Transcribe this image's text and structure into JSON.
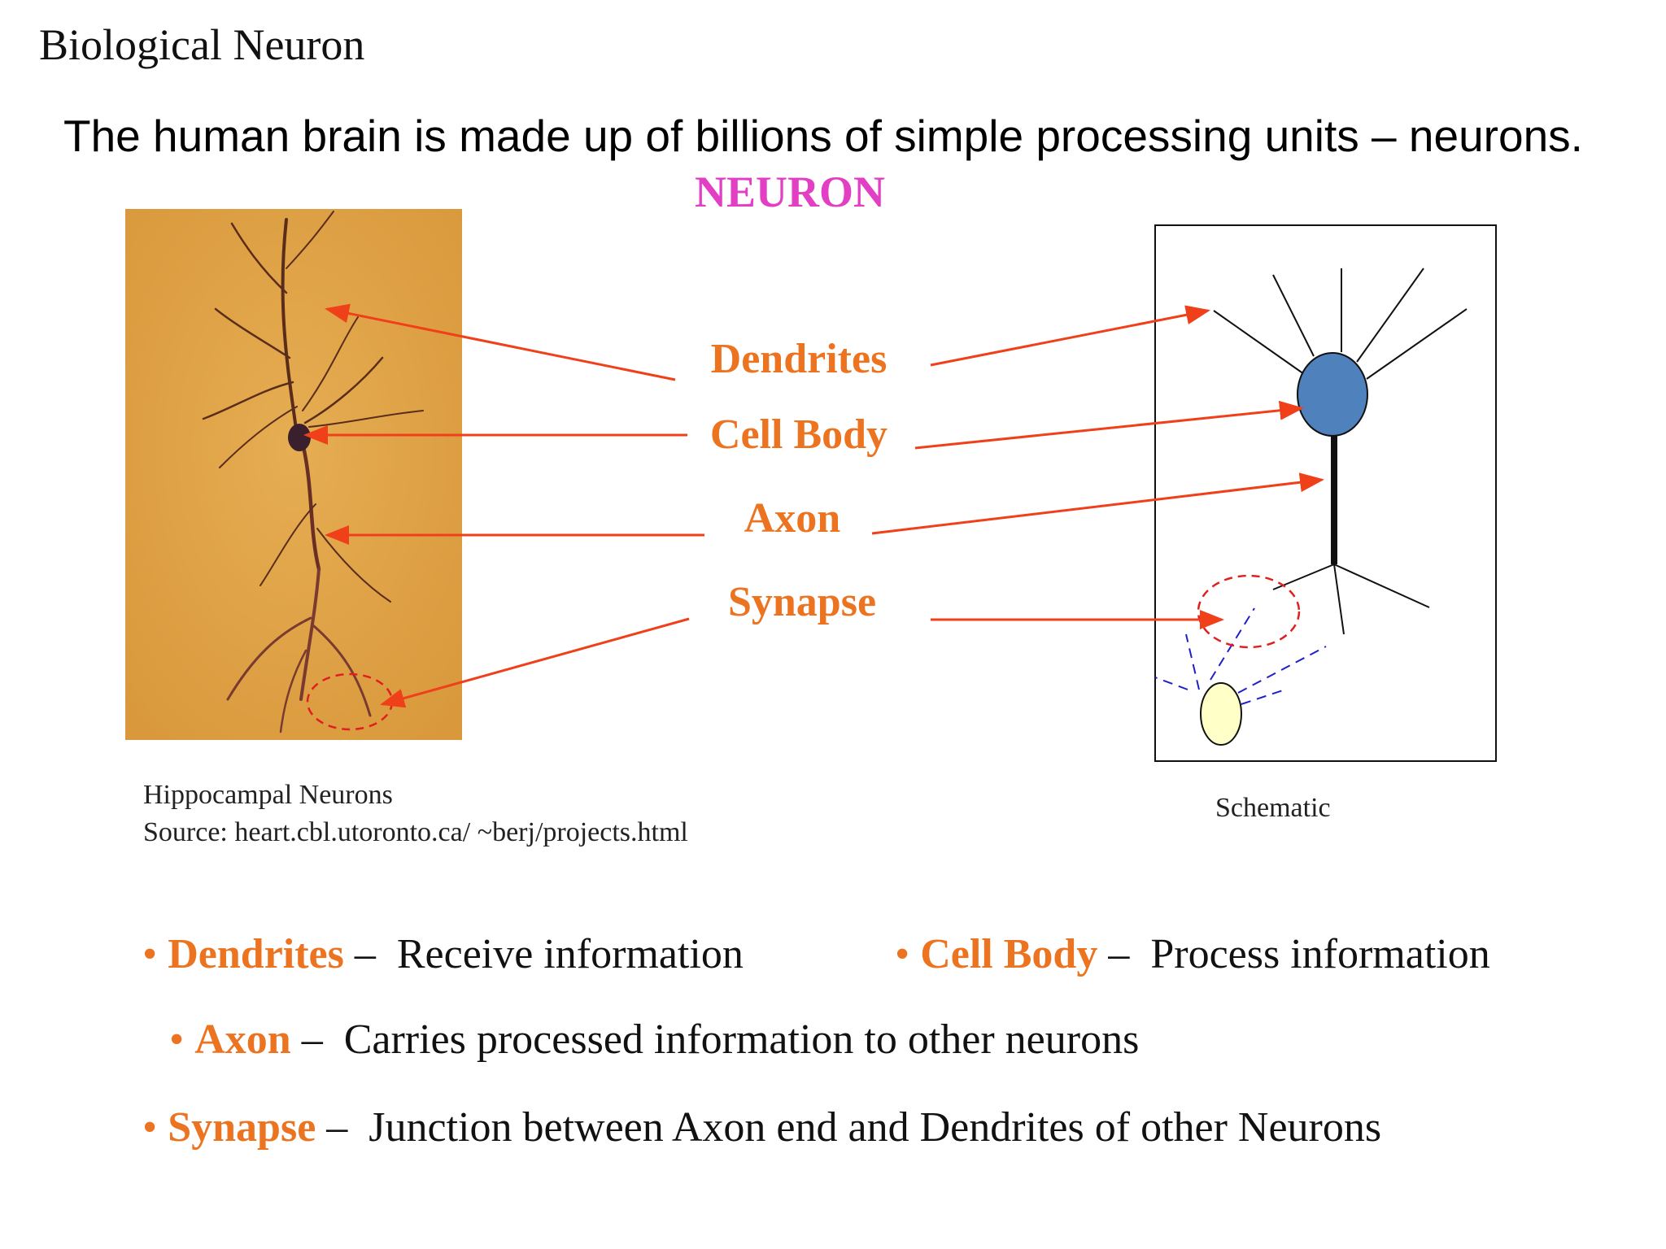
{
  "slide": {
    "title": "Biological Neuron",
    "headline": "The human brain is made up of billions of simple processing units – neurons.",
    "neuron_heading": "NEURON"
  },
  "labels": {
    "dendrites": "Dendrites",
    "cell_body": "Cell Body",
    "axon": "Axon",
    "synapse": "Synapse"
  },
  "captions": {
    "photo_title": "Hippocampal Neurons",
    "photo_source": "Source:  heart.cbl.utoronto.ca/ ~berj/projects.html",
    "schematic": "Schematic"
  },
  "bullets": [
    {
      "marker": "•",
      "term": "Dendrites",
      "dash": "–",
      "text": "Receive information"
    },
    {
      "marker": "•",
      "term": "Cell Body",
      "dash": "–",
      "text": "Process information"
    },
    {
      "marker": "•",
      "term": "Axon",
      "dash": "–",
      "text": "Carries processed information to other neurons"
    },
    {
      "marker": "•",
      "term": "Synapse",
      "dash": "–",
      "text": "Junction between Axon end and Dendrites of  other Neurons"
    }
  ],
  "colors": {
    "label": "#ec7420",
    "heading": "#e23fc4",
    "arrow": "#f0401a",
    "cell_body": "#4f81bd",
    "synapse_marker": "#e02020",
    "connection": "#2020c8",
    "target_cell": "#ffffc8",
    "photo_background": "#e2a548"
  }
}
